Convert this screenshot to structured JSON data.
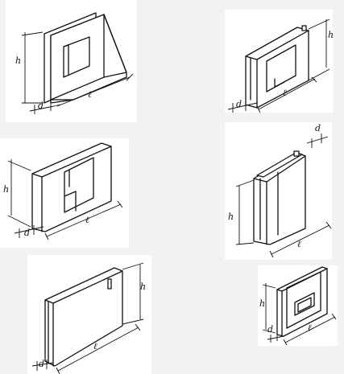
{
  "panels": [
    {
      "labels": {
        "h": "h",
        "d": "d",
        "l": "ℓ"
      }
    },
    {
      "labels": {
        "h": "h",
        "d": "d",
        "l": "ℓ"
      }
    },
    {
      "labels": {
        "h": "h",
        "d": "d",
        "l": "ℓ"
      }
    },
    {
      "labels": {
        "h": "h",
        "d": "d",
        "l": "ℓ"
      }
    },
    {
      "labels": {
        "h": "h",
        "d": "d",
        "l": "ℓ"
      }
    },
    {
      "labels": {
        "h": "h",
        "d": "d",
        "l": "ℓ"
      }
    }
  ]
}
